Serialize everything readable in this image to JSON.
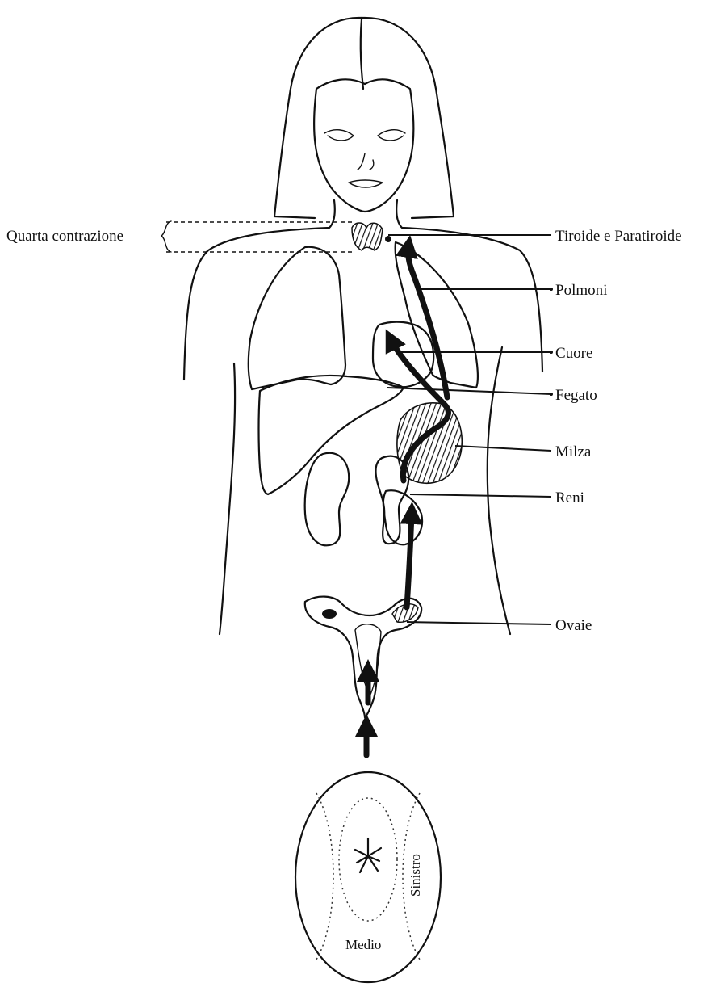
{
  "labels": {
    "quarta_contrazione": "Quarta contrazione",
    "tiroide": "Tiroide e Paratiroide",
    "polmoni": "Polmoni",
    "cuore": "Cuore",
    "fegato": "Fegato",
    "milza": "Milza",
    "reni": "Reni",
    "ovaie": "Ovaie",
    "sinistro": "Sinistro",
    "medio": "Medio"
  },
  "colors": {
    "ink": "#111111",
    "background": "#ffffff"
  }
}
